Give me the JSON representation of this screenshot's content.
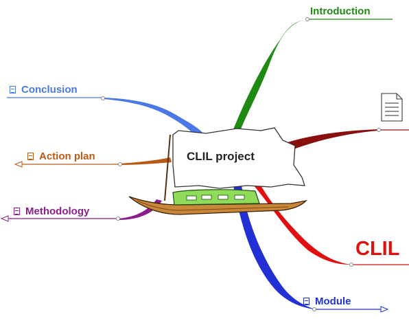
{
  "central_topic": "CLIL project",
  "branches": {
    "introduction": "Introduction",
    "conclusion": "Conclusion",
    "action_plan": "Action plan",
    "methodology": "Methodology",
    "module": "Module",
    "clil": "CLIL"
  },
  "icons": {
    "branch_note": "note-icon",
    "document": "document-icon",
    "boat": "boat-illustration"
  },
  "colors": {
    "introduction": "#1f8a12",
    "conclusion": "#4a78e6",
    "action_plan": "#b85a16",
    "methodology": "#8a1f8a",
    "module": "#2230d6",
    "clil": "#e01010",
    "document_branch": "#8a1010"
  }
}
